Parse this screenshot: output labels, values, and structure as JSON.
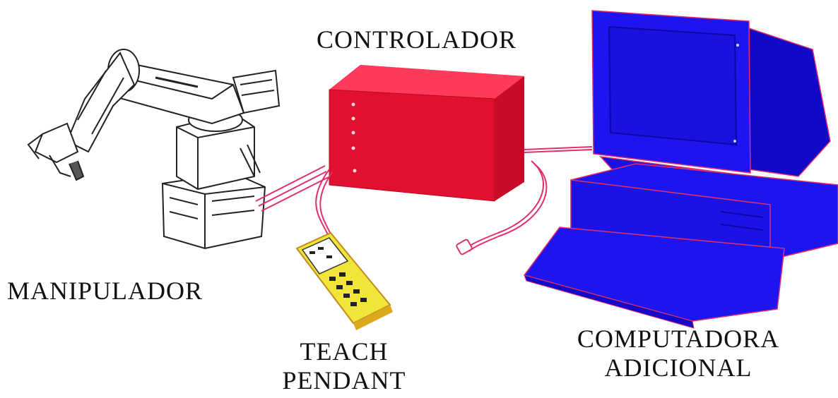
{
  "labels": {
    "controller": "CONTROLADOR",
    "manipulator": "MANIPULADOR",
    "teach_pendant_line1": "TEACH",
    "teach_pendant_line2": "PENDANT",
    "computer_line1": "COMPUTADORA",
    "computer_line2": "ADICIONAL"
  },
  "colors": {
    "controller": "#f0143a",
    "computer": "#1e14f0",
    "computer_edge": "#e0306a",
    "pendant": "#f2e53a",
    "cable": "#e0306a",
    "line_art": "#222222"
  }
}
